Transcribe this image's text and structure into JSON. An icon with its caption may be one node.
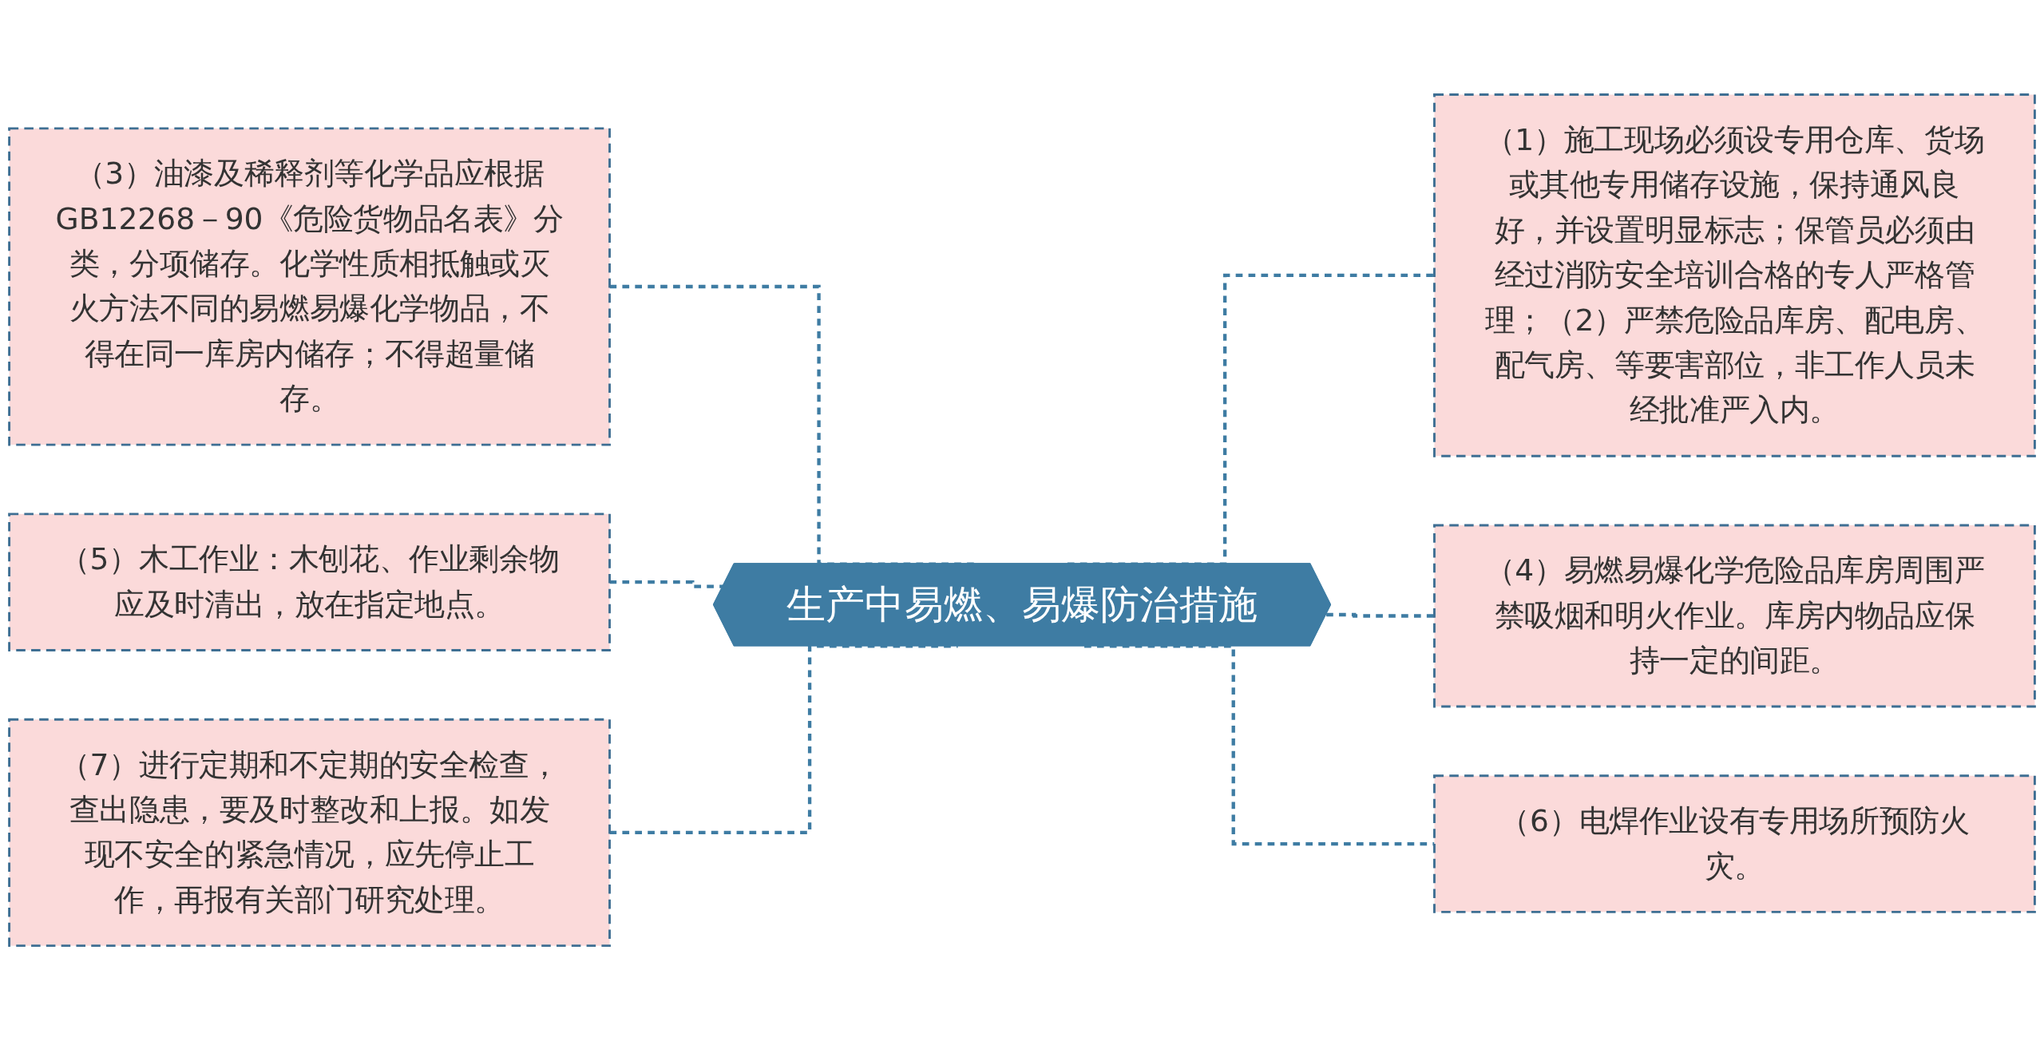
{
  "diagram": {
    "nodes": [
      {
        "text": [
          "生产中易燃、易爆防治措施"
        ]
      },
      {
        "text": [
          "（3）油漆及稀释剂等化学品应根据GB12268－90《危险货物品名表》分类，分项储存。化学性质相抵触或灭火方法不同的易燃易爆化学物品，不得在同一库房内储存；不得超量储存。"
        ]
      },
      {
        "text": [
          "（5）木工作业：木刨花、作业剩余物应及时清出，放在指定地点。"
        ]
      },
      {
        "text": [
          "（7）进行定期和不定期的安全检查，查出隐患，要及时整改和上报。如发现不安全的紧急情况，应先停止工作，再报有关部门研究处理。"
        ]
      },
      {
        "text": [
          "（1）施工现场必须设专用仓库、货场或其他专用储存设施，保持通风良好，并设置明显标志；保管员必须由经过消防安全培训合格的专人严格管理；（2）严禁危险品库房、配电房、配气房、等要害部位，非工作人员未经批准严入内。"
        ]
      },
      {
        "text": [
          "（4）易燃易爆化学危险品库房周围严禁吸烟和明火作业。库房内物品应保持一定的间距。"
        ]
      },
      {
        "text": [
          "（6）电焊作业设有专用场所预防火灾。"
        ]
      }
    ],
    "edges": [
      {
        "from": 1,
        "to": 0,
        "arrow": "none",
        "style": "dashed"
      },
      {
        "from": 2,
        "to": 0,
        "arrow": "none",
        "style": "dashed"
      },
      {
        "from": 3,
        "to": 0,
        "arrow": "none",
        "style": "dashed"
      },
      {
        "from": 0,
        "to": 4,
        "arrow": "none",
        "style": "dashed"
      },
      {
        "from": 0,
        "to": 5,
        "arrow": "none",
        "style": "dashed"
      },
      {
        "from": 0,
        "to": 6,
        "arrow": "none",
        "style": "dashed"
      }
    ]
  }
}
